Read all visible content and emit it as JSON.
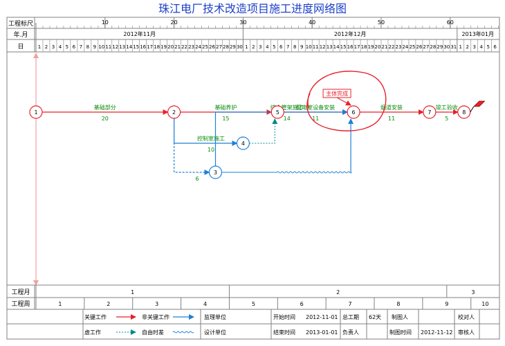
{
  "title": "珠江电厂技术改造项目施工进度网络图",
  "scale": {
    "label": "工程标尺",
    "ticks": [
      {
        "day": 10,
        "label": "10"
      },
      {
        "day": 20,
        "label": "20"
      },
      {
        "day": 30,
        "label": "30"
      },
      {
        "day": 40,
        "label": "40"
      },
      {
        "day": 50,
        "label": "50"
      },
      {
        "day": 60,
        "label": "60"
      }
    ]
  },
  "months": {
    "label": "年.月",
    "items": [
      {
        "label": "2012年11月",
        "days": 30
      },
      {
        "label": "2012年12月",
        "days": 31
      },
      {
        "label": "2013年01月",
        "days": 6
      }
    ]
  },
  "day_row_label": "日",
  "nodes": [
    {
      "id": "1",
      "label": "1",
      "day": 0,
      "row": 0
    },
    {
      "id": "2",
      "label": "2",
      "day": 20,
      "row": 0
    },
    {
      "id": "3",
      "label": "3",
      "day": 26,
      "row": 2
    },
    {
      "id": "4",
      "label": "4",
      "day": 30,
      "row": 1
    },
    {
      "id": "5",
      "label": "5",
      "day": 35,
      "row": 0
    },
    {
      "id": "6",
      "label": "6",
      "day": 46,
      "row": 0
    },
    {
      "id": "7",
      "label": "7",
      "day": 57,
      "row": 0
    },
    {
      "id": "8",
      "label": "8",
      "day": 62,
      "row": 0
    }
  ],
  "activities": [
    {
      "from": "1",
      "to": "2",
      "name": "基础部分",
      "duration": "20",
      "type": "critical"
    },
    {
      "from": "2",
      "to": "5",
      "name": "基础养护",
      "duration": "15",
      "type": "critical"
    },
    {
      "from": "5",
      "to": "6",
      "name": "配电室设备安装",
      "duration": "11",
      "type": "critical"
    },
    {
      "from": "6",
      "to": "7",
      "name": "烟道安装",
      "duration": "11",
      "type": "critical"
    },
    {
      "from": "7",
      "to": "8",
      "name": "竣工验收",
      "duration": "5",
      "type": "critical"
    },
    {
      "from": "2",
      "to": "4",
      "name": "控制室施工",
      "duration": "10",
      "type": "normal"
    },
    {
      "from": "2",
      "to": "3",
      "name": "",
      "duration": "6",
      "type": "dummy"
    },
    {
      "from": "3",
      "to": "6",
      "name": "综合管架施工",
      "duration": "14",
      "type": "normal"
    }
  ],
  "annotation": {
    "text": "主体完成",
    "target_node": "6"
  },
  "colors": {
    "critical": "#e8202a",
    "normal": "#1f7fd6",
    "dummy": "#008a8a",
    "label_green": "#0a8a0a",
    "title_blue": "#1c3fc8",
    "circle_mark": "#e8202a",
    "flag": "#e8202a",
    "grid": "#808080"
  },
  "bottom": {
    "month_row_label": "工程月",
    "months": [
      {
        "label": "1",
        "weeks": 4
      },
      {
        "label": "2",
        "weeks": 4.5
      },
      {
        "label": "3",
        "weeks": 1.5
      }
    ],
    "week_row_label": "工程周",
    "weeks": [
      "1",
      "2",
      "3",
      "4",
      "5",
      "6",
      "7",
      "8",
      "9",
      "10"
    ]
  },
  "legend": {
    "critical_label": "关键工作",
    "normal_label": "非关键工作",
    "dummy_label": "虚工作",
    "float_label": "自由时差",
    "supervisor_label": "监理单位",
    "designer_label": "设计单位",
    "start_label": "开始时间",
    "start_value": "2012-11-01",
    "end_label": "结束时间",
    "end_value": "2013-01-01",
    "total_label": "总工期",
    "total_value": "62天",
    "owner_label": "负责人",
    "drawer_label": "制图人",
    "date_label": "制图时间",
    "date_value": "2012-11-12",
    "checker_label": "校对人",
    "reviewer_label": "审核人"
  }
}
